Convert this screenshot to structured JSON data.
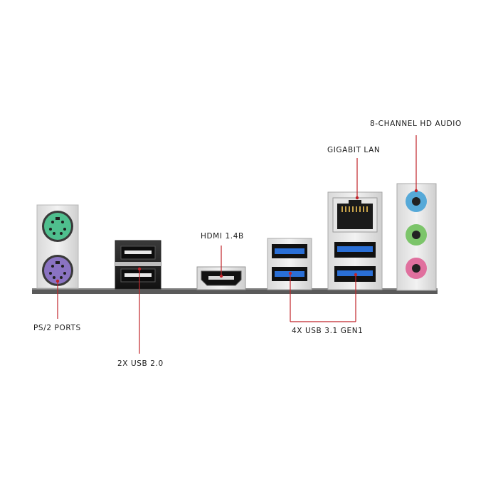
{
  "labels": {
    "audio": "8-CHANNEL HD AUDIO",
    "lan": "GIGABIT LAN",
    "hdmi": "HDMI 1.4B",
    "ps2": "PS/2 PORTS",
    "usb2": "2X USB 2.0",
    "usb31": "4X USB 3.1 GEN1"
  },
  "colors": {
    "leader": "#c0242a",
    "ps2_mouse": "#4fbf8e",
    "ps2_keyboard": "#8a73c2",
    "usb3_blue": "#2a6fd6",
    "audio_blue": "#56a9d8",
    "audio_green": "#7cc56a",
    "audio_pink": "#e0709e"
  },
  "icons": [
    "ps2-port-icon",
    "usb-port-icon",
    "hdmi-port-icon",
    "rj45-port-icon",
    "audio-jack-icon"
  ]
}
